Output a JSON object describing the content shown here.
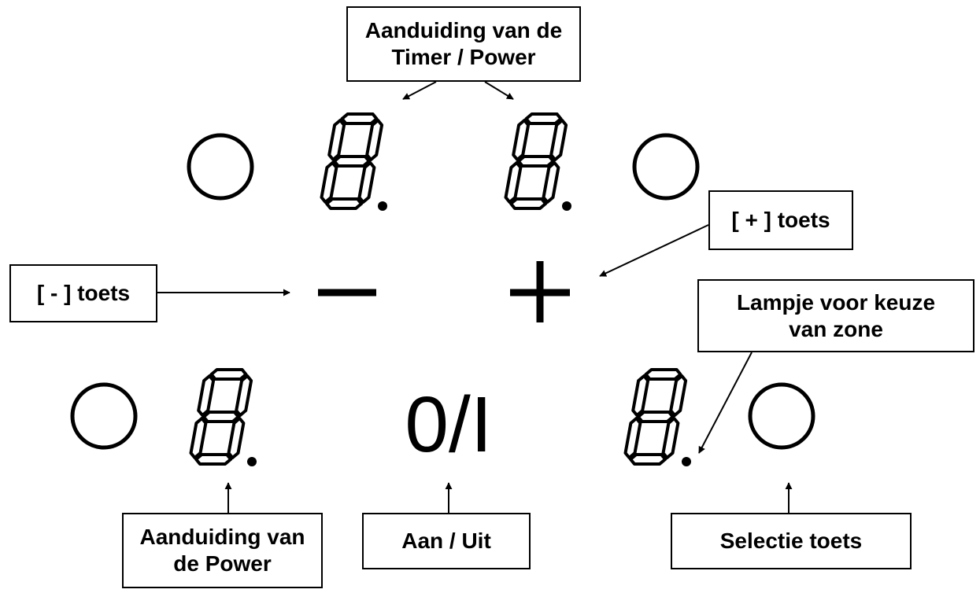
{
  "colors": {
    "ink": "#000000",
    "segment_fill": "#ffffff",
    "background": "#ffffff"
  },
  "callouts": {
    "timer_power": {
      "line1": "Aanduiding van de",
      "line2": "Timer / Power"
    },
    "plus": {
      "text": "[ + ] toets"
    },
    "minus": {
      "text": "[ - ] toets"
    },
    "zone_lamp": {
      "line1": "Lampje voor keuze",
      "line2": "van zone"
    },
    "power_display": {
      "line1": "Aanduiding van",
      "line2": "de Power"
    },
    "on_off": {
      "text": "Aan / Uit"
    },
    "select": {
      "text": "Selectie toets"
    }
  },
  "panel": {
    "power_button_label": "0/I",
    "plus_symbol": "plus-icon",
    "minus_symbol": "minus-icon",
    "zone_indicator_icon": "circle-icon",
    "digit_icon": "seven-segment-digit-icon"
  }
}
